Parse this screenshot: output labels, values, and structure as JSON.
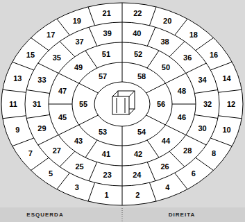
{
  "diagram": {
    "nodes": [
      {
        "text": [
          "1"
        ]
      },
      {
        "text": [
          "2"
        ]
      },
      {
        "text": [
          "3"
        ]
      },
      {
        "text": [
          "4"
        ]
      },
      {
        "text": [
          "5"
        ]
      },
      {
        "text": [
          "6"
        ]
      },
      {
        "text": [
          "7"
        ]
      },
      {
        "text": [
          "8"
        ]
      },
      {
        "text": [
          "9"
        ]
      },
      {
        "text": [
          "10"
        ]
      },
      {
        "text": [
          "11"
        ]
      },
      {
        "text": [
          "12"
        ]
      },
      {
        "text": [
          "13"
        ]
      },
      {
        "text": [
          "14"
        ]
      },
      {
        "text": [
          "15"
        ]
      },
      {
        "text": [
          "16"
        ]
      },
      {
        "text": [
          "17"
        ]
      },
      {
        "text": [
          "18"
        ]
      },
      {
        "text": [
          "19"
        ]
      },
      {
        "text": [
          "20"
        ]
      },
      {
        "text": [
          "21"
        ]
      },
      {
        "text": [
          "22"
        ]
      },
      {
        "text": [
          "23"
        ]
      },
      {
        "text": [
          "24"
        ]
      },
      {
        "text": [
          "25"
        ]
      },
      {
        "text": [
          "26"
        ]
      },
      {
        "text": [
          "27"
        ]
      },
      {
        "text": [
          "28"
        ]
      },
      {
        "text": [
          "29"
        ]
      },
      {
        "text": [
          "30"
        ]
      },
      {
        "text": [
          "31"
        ]
      },
      {
        "text": [
          "32"
        ]
      },
      {
        "text": [
          "33"
        ]
      },
      {
        "text": [
          "34"
        ]
      },
      {
        "text": [
          "35"
        ]
      },
      {
        "text": [
          "36"
        ]
      },
      {
        "text": [
          "37"
        ]
      },
      {
        "text": [
          "38"
        ]
      },
      {
        "text": [
          "39"
        ]
      },
      {
        "text": [
          "40"
        ]
      },
      {
        "text": [
          "41"
        ]
      },
      {
        "text": [
          "42"
        ]
      },
      {
        "text": [
          "43"
        ]
      },
      {
        "text": [
          "44"
        ]
      },
      {
        "text": [
          "45"
        ]
      },
      {
        "text": [
          "46"
        ]
      },
      {
        "text": [
          "47"
        ]
      },
      {
        "text": [
          "48"
        ]
      },
      {
        "text": [
          "49"
        ]
      },
      {
        "text": [
          "50"
        ]
      },
      {
        "text": [
          "51"
        ]
      },
      {
        "text": [
          "52"
        ]
      },
      {
        "text": [
          "53"
        ]
      },
      {
        "text": [
          "54"
        ]
      },
      {
        "text": [
          "55"
        ]
      },
      {
        "text": [
          "56"
        ]
      },
      {
        "text": [
          "57"
        ]
      },
      {
        "text": [
          "58"
        ]
      }
    ],
    "labels": [
      "ESQUERDA",
      "DIREITA"
    ]
  }
}
